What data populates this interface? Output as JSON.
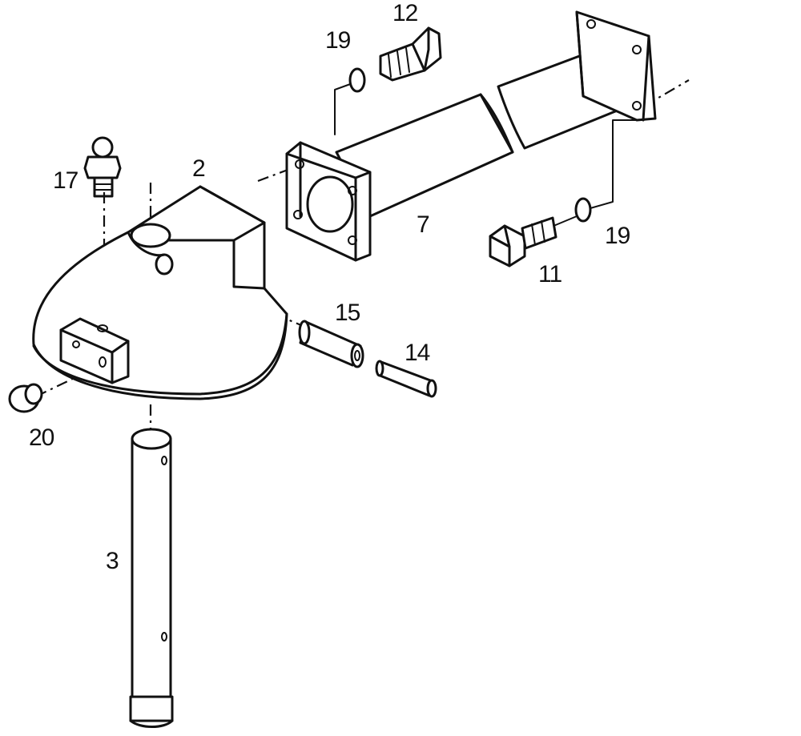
{
  "labels": {
    "bolt_12": "12",
    "washer_19_top": "19",
    "grease_nipple_17": "17",
    "housing_2": "2",
    "tube_7": "7",
    "washer_19_right": "19",
    "bolt_11": "11",
    "bushing_15": "15",
    "pin_14": "14",
    "plug_20": "20",
    "shaft_3": "3"
  }
}
